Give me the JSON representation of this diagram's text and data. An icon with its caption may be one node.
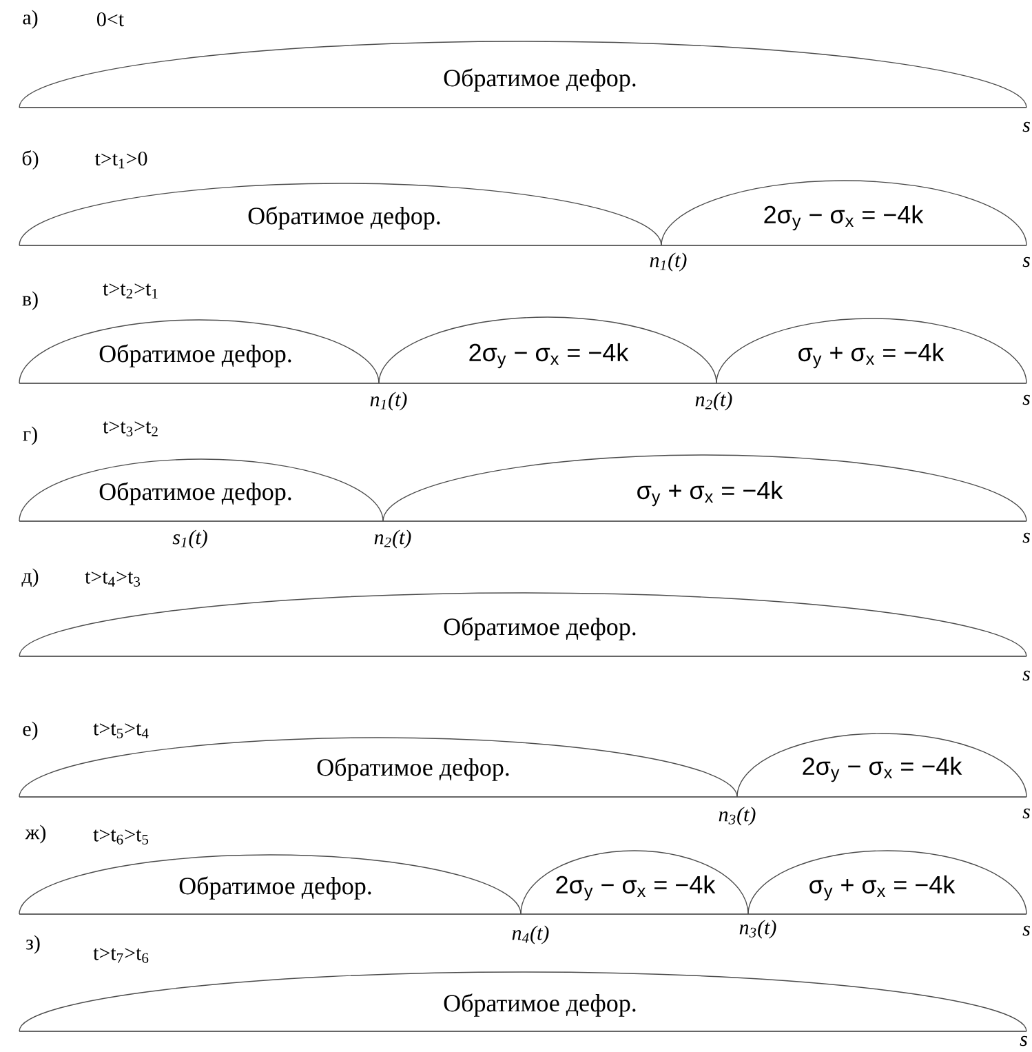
{
  "diagram": {
    "nodes": [
      {
        "text": [
          "Обратимое дефор."
        ]
      },
      {
        "text": [
          "Обратимое дефор."
        ]
      },
      {
        "text": [
          "2σ$_{y}$ − σ$_{x}$ = −4k"
        ]
      },
      {
        "text": [
          "Обратимое дефор."
        ]
      },
      {
        "text": [
          "2σ$_{y}$ − σ$_{x}$ = −4k"
        ]
      },
      {
        "text": [
          "σ$_{y}$ + σ$_{x}$ = −4k"
        ]
      },
      {
        "text": [
          "Обратимое дефор."
        ]
      },
      {
        "text": [
          "σ$_{y}$ + σ$_{x}$ = −4k"
        ]
      },
      {
        "text": [
          "Обратимое дефор."
        ]
      },
      {
        "text": [
          "Обратимое дефор."
        ]
      },
      {
        "text": [
          "2σ$_{y}$ − σ$_{x}$ = −4k"
        ]
      },
      {
        "text": [
          "Обратимое дефор."
        ]
      },
      {
        "text": [
          "2σ$_{y}$ − σ$_{x}$ = −4k"
        ]
      },
      {
        "text": [
          "σ$_{y}$ + σ$_{x}$ = −4k"
        ]
      },
      {
        "text": [
          "Обратимое дефор."
        ]
      }
    ],
    "labels": [
      "а)",
      "0<t",
      "s",
      "б)",
      "t>t$_{1}$>0",
      "n$_{1}$(t)",
      "s",
      "в)",
      "t>t$_{2}$>t$_{1}$",
      "n$_{1}$(t)",
      "n$_{2}$(t)",
      "s",
      "г)",
      "t>t$_{3}$>t$_{2}$",
      "s$_{1}$(t)",
      "n$_{2}$(t)",
      "s",
      "д)",
      "t>t$_{4}$>t$_{3}$",
      "s",
      "е)",
      "t>t$_{5}$>t$_{4}$",
      "n$_{3}$(t)",
      "s",
      "ж)",
      "t>t$_{6}$>t$_{5}$",
      "n$_{4}$(t)",
      "n$_{3}$(t)",
      "s",
      "з)",
      "t>t$_{7}$>t$_{6}$",
      "s"
    ]
  }
}
